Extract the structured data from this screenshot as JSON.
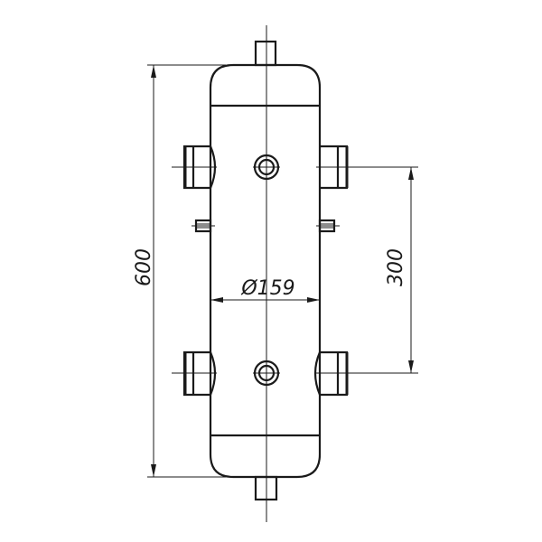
{
  "drawing": {
    "dimensions": {
      "total_height": "600",
      "nozzle_spacing": "300",
      "diameter": "Ø159"
    },
    "color": "#1a1a1a"
  }
}
